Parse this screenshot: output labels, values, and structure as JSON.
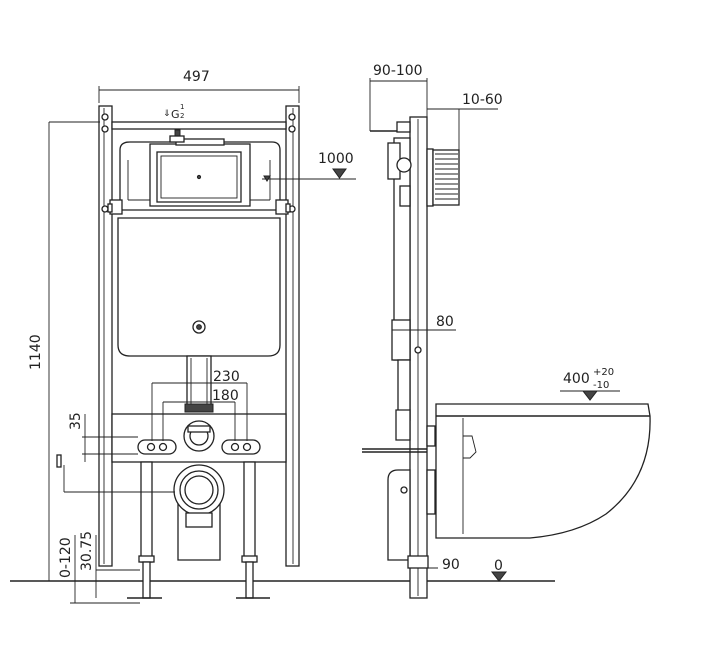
{
  "dimensions": {
    "frame_width": "497",
    "height_total": "1140",
    "button_offset": "1000",
    "depth_range": "90-100",
    "panel_range": "10-60",
    "pipe_depth": "80",
    "bolt_spacing_outer": "230",
    "bolt_spacing_inner": "180",
    "bolt_height": "35",
    "foot_range": "0-120",
    "foot_offset": "30.75",
    "floor_depth": "90",
    "bowl_height": "400",
    "bowl_tol_plus": "+20",
    "bowl_tol_minus": "-10",
    "floor_level": "0",
    "inlet_label": "G",
    "inlet_numerator": "1",
    "inlet_denominator": "2"
  }
}
